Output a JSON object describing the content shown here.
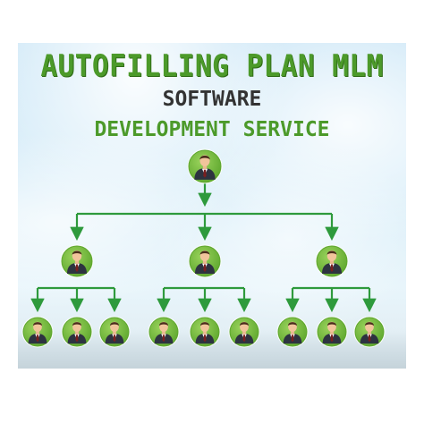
{
  "title": {
    "line1": "AUTOFILLING PLAN MLM",
    "line2": "SOFTWARE",
    "line3": "DEVELOPMENT SERVICE"
  },
  "colors": {
    "title_green": "#4c9a2a",
    "title_dark": "#333333",
    "connector": "#2e9a3c",
    "node_fill": "#7cc243",
    "node_ring": "#5ea72e"
  },
  "tree": {
    "root": {
      "icon": "businessman-icon",
      "children": [
        {
          "icon": "businessman-icon",
          "children": [
            {
              "icon": "businessman-icon"
            },
            {
              "icon": "businessman-icon"
            },
            {
              "icon": "businessman-icon"
            }
          ]
        },
        {
          "icon": "businessman-icon",
          "children": [
            {
              "icon": "businessman-icon"
            },
            {
              "icon": "businessman-icon"
            },
            {
              "icon": "businessman-icon"
            }
          ]
        },
        {
          "icon": "businessman-icon",
          "children": [
            {
              "icon": "businessman-icon"
            },
            {
              "icon": "businessman-icon"
            },
            {
              "icon": "businessman-icon"
            }
          ]
        }
      ]
    }
  }
}
